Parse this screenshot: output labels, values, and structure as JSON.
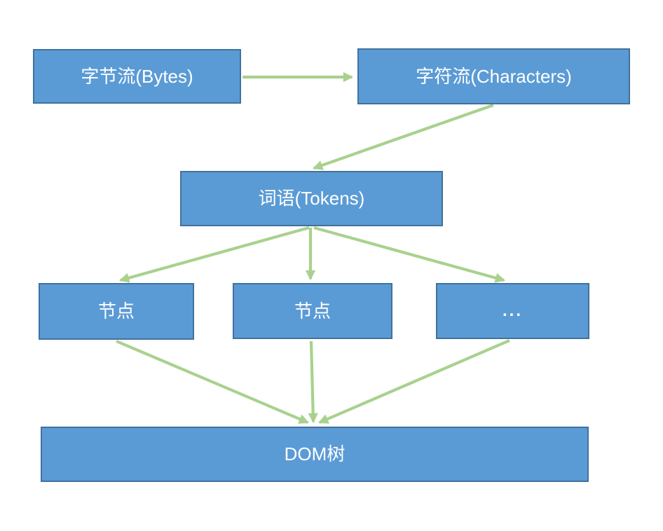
{
  "diagram": {
    "background": "#ffffff",
    "colors": {
      "node_fill": "#5B9BD5",
      "node_border": "#41719C",
      "arrow": "#A9D18E",
      "text": "#FFFFFF"
    },
    "nodes": [
      {
        "id": "bytes",
        "label": "字节流(Bytes)"
      },
      {
        "id": "characters",
        "label": "字符流(Characters)"
      },
      {
        "id": "tokens",
        "label": "词语(Tokens)"
      },
      {
        "id": "node-1",
        "label": "节点"
      },
      {
        "id": "node-2",
        "label": "节点"
      },
      {
        "id": "ellipsis",
        "label": "..."
      },
      {
        "id": "dom-tree",
        "label": "DOM树"
      }
    ],
    "edges": [
      {
        "from": "bytes",
        "to": "characters"
      },
      {
        "from": "characters",
        "to": "tokens"
      },
      {
        "from": "tokens",
        "to": "node-1"
      },
      {
        "from": "tokens",
        "to": "node-2"
      },
      {
        "from": "tokens",
        "to": "ellipsis"
      },
      {
        "from": "node-1",
        "to": "dom-tree"
      },
      {
        "from": "node-2",
        "to": "dom-tree"
      },
      {
        "from": "ellipsis",
        "to": "dom-tree"
      }
    ]
  }
}
